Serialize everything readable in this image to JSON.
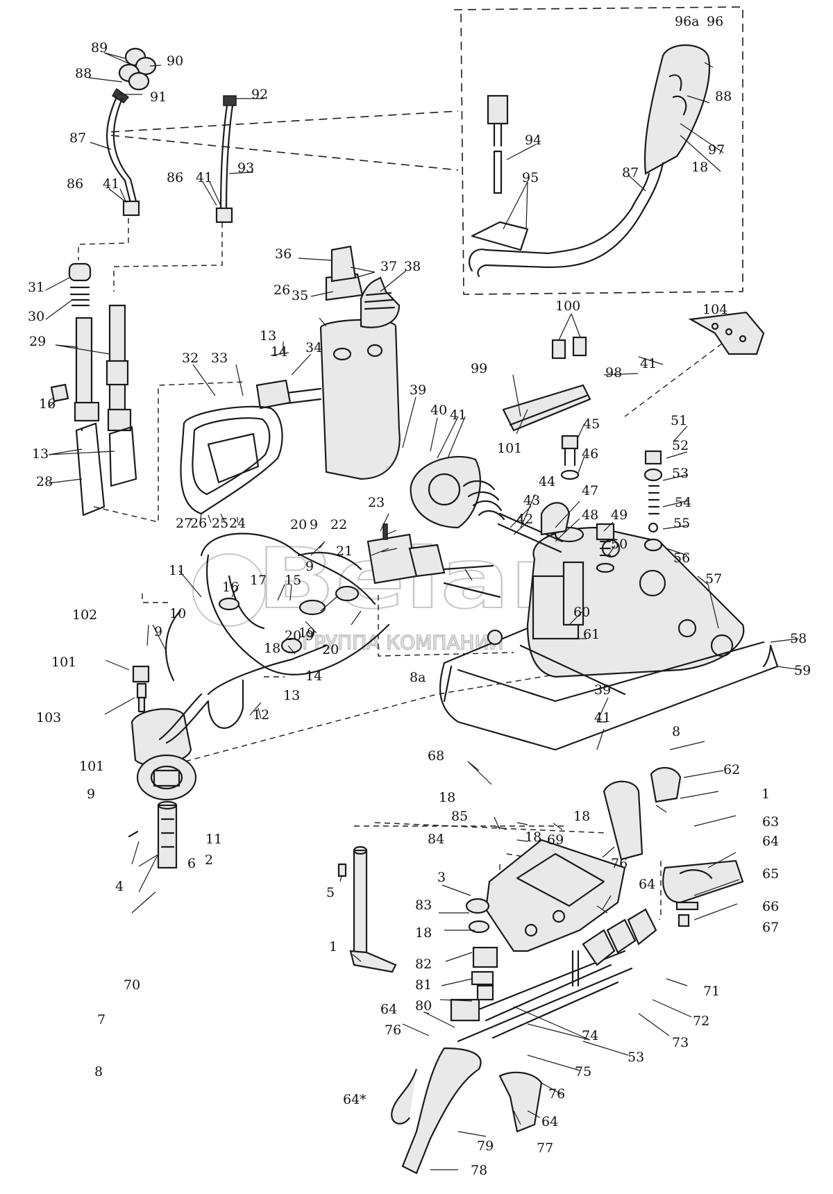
{
  "watermark": {
    "brand": "Belaво",
    "subtitle": "ГРУППА КОМПАНИЙ"
  },
  "callouts": [
    {
      "t": "89"
    },
    {
      "t": "90"
    },
    {
      "t": "88"
    },
    {
      "t": "91"
    },
    {
      "t": "92"
    },
    {
      "t": "87"
    },
    {
      "t": "93"
    },
    {
      "t": "86"
    },
    {
      "t": "41"
    },
    {
      "t": "86"
    },
    {
      "t": "41"
    },
    {
      "t": "31"
    },
    {
      "t": "30"
    },
    {
      "t": "29"
    },
    {
      "t": "16"
    },
    {
      "t": "13"
    },
    {
      "t": "28"
    },
    {
      "t": "36"
    },
    {
      "t": "37"
    },
    {
      "t": "38"
    },
    {
      "t": "26"
    },
    {
      "t": "35"
    },
    {
      "t": "13"
    },
    {
      "t": "14"
    },
    {
      "t": "34"
    },
    {
      "t": "32"
    },
    {
      "t": "33"
    },
    {
      "t": "27"
    },
    {
      "t": "26"
    },
    {
      "t": "25"
    },
    {
      "t": "24"
    },
    {
      "t": "96a"
    },
    {
      "t": "96"
    },
    {
      "t": "88"
    },
    {
      "t": "97"
    },
    {
      "t": "18"
    },
    {
      "t": "94"
    },
    {
      "t": "87"
    },
    {
      "t": "95"
    },
    {
      "t": "100"
    },
    {
      "t": "104"
    },
    {
      "t": "41"
    },
    {
      "t": "99"
    },
    {
      "t": "98"
    },
    {
      "t": "101"
    },
    {
      "t": "45"
    },
    {
      "t": "46"
    },
    {
      "t": "39"
    },
    {
      "t": "40"
    },
    {
      "t": "41"
    },
    {
      "t": "23"
    },
    {
      "t": "44"
    },
    {
      "t": "43"
    },
    {
      "t": "42"
    },
    {
      "t": "47"
    },
    {
      "t": "48"
    },
    {
      "t": "49"
    },
    {
      "t": "50"
    },
    {
      "t": "51"
    },
    {
      "t": "52"
    },
    {
      "t": "53"
    },
    {
      "t": "54"
    },
    {
      "t": "55"
    },
    {
      "t": "56"
    },
    {
      "t": "57"
    },
    {
      "t": "20"
    },
    {
      "t": "9"
    },
    {
      "t": "22"
    },
    {
      "t": "21"
    },
    {
      "t": "11"
    },
    {
      "t": "16"
    },
    {
      "t": "17"
    },
    {
      "t": "15"
    },
    {
      "t": "9"
    },
    {
      "t": "20"
    },
    {
      "t": "9"
    },
    {
      "t": "10"
    },
    {
      "t": "18"
    },
    {
      "t": "19"
    },
    {
      "t": "20"
    },
    {
      "t": "8a"
    },
    {
      "t": "60"
    },
    {
      "t": "61"
    },
    {
      "t": "58"
    },
    {
      "t": "59"
    },
    {
      "t": "102"
    },
    {
      "t": "101"
    },
    {
      "t": "9"
    },
    {
      "t": "103"
    },
    {
      "t": "12"
    },
    {
      "t": "14"
    },
    {
      "t": "13"
    },
    {
      "t": "39"
    },
    {
      "t": "41"
    },
    {
      "t": "101"
    },
    {
      "t": "9"
    },
    {
      "t": "11"
    },
    {
      "t": "2"
    },
    {
      "t": "7"
    },
    {
      "t": "8"
    },
    {
      "t": "8"
    },
    {
      "t": "62"
    },
    {
      "t": "1"
    },
    {
      "t": "63"
    },
    {
      "t": "64"
    },
    {
      "t": "65"
    },
    {
      "t": "66"
    },
    {
      "t": "67"
    },
    {
      "t": "68"
    },
    {
      "t": "18"
    },
    {
      "t": "85"
    },
    {
      "t": "84"
    },
    {
      "t": "18"
    },
    {
      "t": "18"
    },
    {
      "t": "69"
    },
    {
      "t": "76"
    },
    {
      "t": "64"
    },
    {
      "t": "70"
    },
    {
      "t": "6"
    },
    {
      "t": "4"
    },
    {
      "t": "5"
    },
    {
      "t": "1"
    },
    {
      "t": "3"
    },
    {
      "t": "83"
    },
    {
      "t": "18"
    },
    {
      "t": "82"
    },
    {
      "t": "81"
    },
    {
      "t": "80"
    },
    {
      "t": "64"
    },
    {
      "t": "76"
    },
    {
      "t": "64*"
    },
    {
      "t": "71"
    },
    {
      "t": "72"
    },
    {
      "t": "73"
    },
    {
      "t": "74"
    },
    {
      "t": "53"
    },
    {
      "t": "75"
    },
    {
      "t": "76"
    },
    {
      "t": "64"
    },
    {
      "t": "77"
    },
    {
      "t": "79"
    },
    {
      "t": "78"
    }
  ]
}
